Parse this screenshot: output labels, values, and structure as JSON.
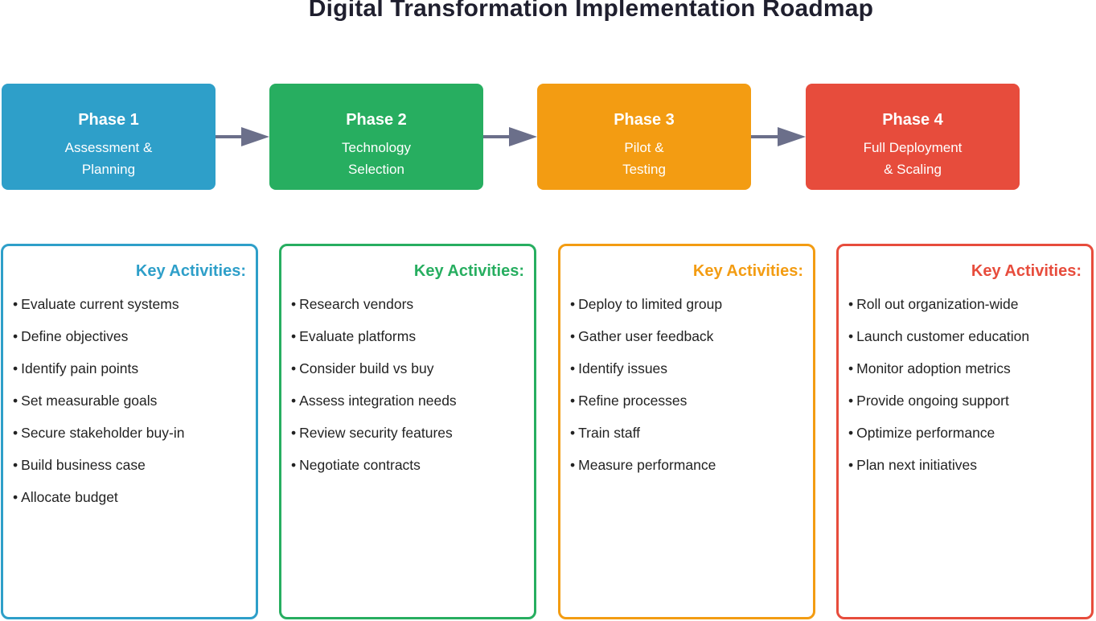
{
  "title": "Digital Transformation Implementation Roadmap",
  "colors": {
    "phase1": "#2e9fc9",
    "phase2": "#27ae60",
    "phase3": "#f39c12",
    "phase4": "#e74c3c",
    "arrow": "#6b6f8a"
  },
  "phases": [
    {
      "name": "Phase 1",
      "line1": "Assessment &",
      "line2": "Planning"
    },
    {
      "name": "Phase 2",
      "line1": "Technology",
      "line2": "Selection"
    },
    {
      "name": "Phase 3",
      "line1": "Pilot &",
      "line2": "Testing"
    },
    {
      "name": "Phase 4",
      "line1": "Full Deployment",
      "line2": "& Scaling"
    }
  ],
  "panels": [
    {
      "heading": "Key Activities:",
      "items": [
        "Evaluate current systems",
        "Define objectives",
        "Identify pain points",
        "Set measurable goals",
        "Secure stakeholder buy-in",
        "Build business case",
        "Allocate budget"
      ]
    },
    {
      "heading": "Key Activities:",
      "items": [
        "Research vendors",
        "Evaluate platforms",
        "Consider build vs buy",
        "Assess integration needs",
        "Review security features",
        "Negotiate contracts"
      ]
    },
    {
      "heading": "Key Activities:",
      "items": [
        "Deploy to limited group",
        "Gather user feedback",
        "Identify issues",
        "Refine processes",
        "Train staff",
        "Measure performance"
      ]
    },
    {
      "heading": "Key Activities:",
      "items": [
        "Roll out organization-wide",
        "Launch customer education",
        "Monitor adoption metrics",
        "Provide ongoing support",
        "Optimize performance",
        "Plan next initiatives"
      ]
    }
  ],
  "bullet": "•"
}
